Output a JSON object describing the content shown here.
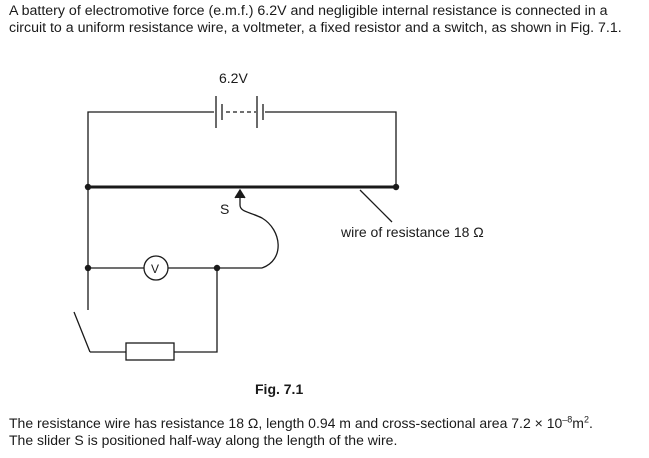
{
  "intro_text": "A battery of electromotive force (e.m.f.) 6.2V and negligible internal resistance is connected in a circuit to a uniform resistance wire, a voltmeter, a fixed resistor and a switch, as shown in Fig. 7.1.",
  "diagram": {
    "battery_label": "6.2V",
    "slider_label": "S",
    "voltmeter_symbol": "V",
    "wire_label": "wire of resistance 18 Ω"
  },
  "figure_caption": "Fig. 7.1",
  "footer": {
    "line1_before_exp": "The resistance wire has resistance 18 Ω, length 0.94 m and cross-sectional area 7.2 × 10",
    "exponent": "–8",
    "line1_unit": "m",
    "unit_power": "2",
    "line1_end": ".",
    "line2": "The slider S is positioned half-way along the length of the wire."
  }
}
